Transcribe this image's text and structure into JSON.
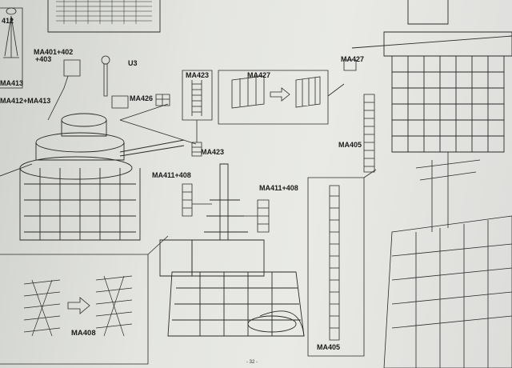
{
  "labels": {
    "ma412": "412",
    "ma413": "MA413",
    "ma412_413": "MA412+MA413",
    "ma401_402_403_line1": "MA401+402",
    "ma401_402_403_line2": "+403",
    "u3": "U3",
    "ma426": "MA426",
    "ma423_box": "MA423",
    "ma423_main": "MA423",
    "ma427_box": "MA427",
    "ma427_right": "MA427",
    "ma405_left": "MA405",
    "ma411_408_left": "MA411+408",
    "ma411_408_right": "MA411+408",
    "ma408": "MA408",
    "ma405_bottom": "MA405"
  },
  "page_number": "- 32 -"
}
